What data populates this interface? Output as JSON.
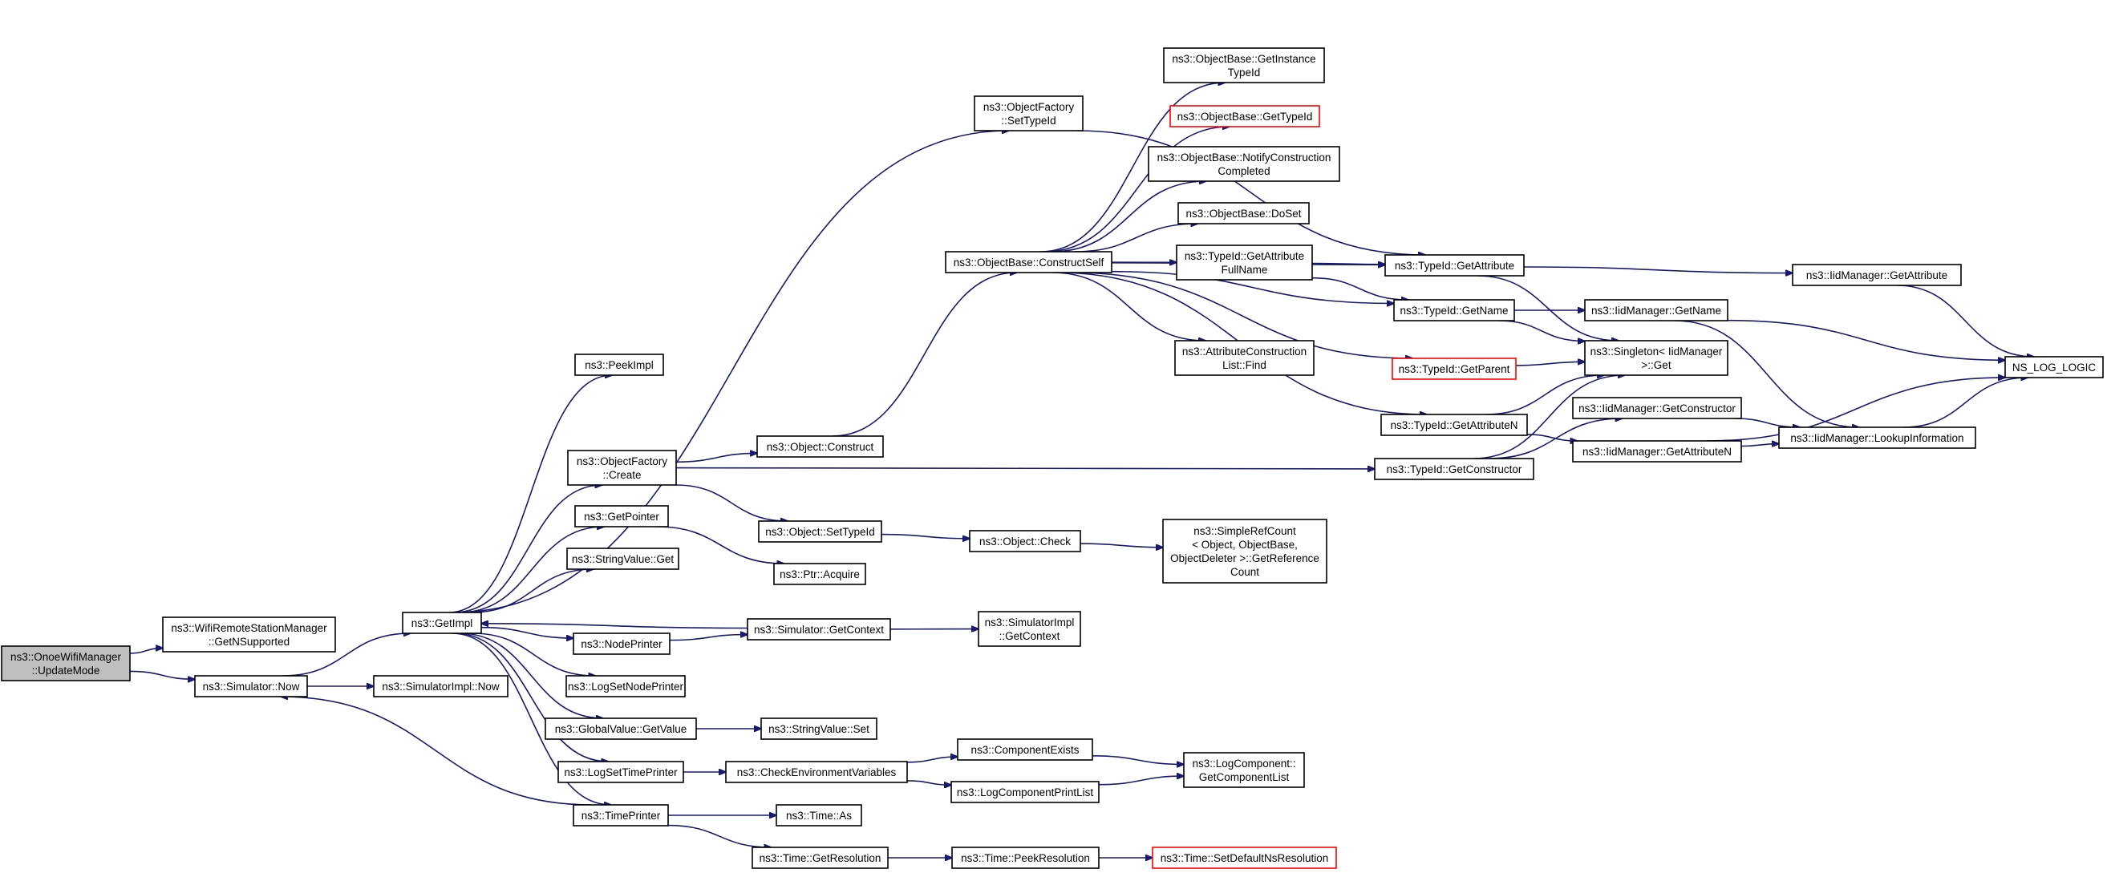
{
  "colors": {
    "edge": "#191970",
    "node_border": "#000000",
    "truncated_border": "#ff0000",
    "root_fill": "#bfbfbf"
  },
  "nodes": [
    {
      "id": "root",
      "lines": [
        "ns3::OnoeWifiManager",
        "::UpdateMode"
      ],
      "root": true
    },
    {
      "id": "getNSupported",
      "lines": [
        "ns3::WifiRemoteStationManager",
        "::GetNSupported"
      ]
    },
    {
      "id": "simNow",
      "lines": [
        "ns3::Simulator::Now"
      ]
    },
    {
      "id": "simImplNow",
      "lines": [
        "ns3::SimulatorImpl::Now"
      ]
    },
    {
      "id": "getImpl",
      "lines": [
        "ns3::GetImpl"
      ]
    },
    {
      "id": "peekImpl",
      "lines": [
        "ns3::PeekImpl"
      ]
    },
    {
      "id": "ofCreate",
      "lines": [
        "ns3::ObjectFactory",
        "::Create"
      ]
    },
    {
      "id": "getPointer",
      "lines": [
        "ns3::GetPointer"
      ]
    },
    {
      "id": "strValGet",
      "lines": [
        "ns3::StringValue::Get"
      ]
    },
    {
      "id": "nodePrinter",
      "lines": [
        "ns3::NodePrinter"
      ]
    },
    {
      "id": "logSetNodePrinter",
      "lines": [
        "ns3::LogSetNodePrinter"
      ]
    },
    {
      "id": "gvGetValue",
      "lines": [
        "ns3::GlobalValue::GetValue"
      ]
    },
    {
      "id": "logSetTimePrinter",
      "lines": [
        "ns3::LogSetTimePrinter"
      ]
    },
    {
      "id": "timePrinter",
      "lines": [
        "ns3::TimePrinter"
      ]
    },
    {
      "id": "objConstruct",
      "lines": [
        "ns3::Object::Construct"
      ]
    },
    {
      "id": "objSetTypeId",
      "lines": [
        "ns3::Object::SetTypeId"
      ]
    },
    {
      "id": "ptrAcquire",
      "lines": [
        "ns3::Ptr::Acquire"
      ]
    },
    {
      "id": "simGetContext",
      "lines": [
        "ns3::Simulator::GetContext"
      ]
    },
    {
      "id": "strValSet",
      "lines": [
        "ns3::StringValue::Set"
      ]
    },
    {
      "id": "checkEnv",
      "lines": [
        "ns3::CheckEnvironmentVariables"
      ]
    },
    {
      "id": "timeAs",
      "lines": [
        "ns3::Time::As"
      ]
    },
    {
      "id": "timeGetRes",
      "lines": [
        "ns3::Time::GetResolution"
      ]
    },
    {
      "id": "ofSetTypeId",
      "lines": [
        "ns3::ObjectFactory",
        "::SetTypeId"
      ]
    },
    {
      "id": "obConstructSelf",
      "lines": [
        "ns3::ObjectBase::ConstructSelf"
      ]
    },
    {
      "id": "objCheck",
      "lines": [
        "ns3::Object::Check"
      ]
    },
    {
      "id": "simImplGetContext",
      "lines": [
        "ns3::SimulatorImpl",
        "::GetContext"
      ]
    },
    {
      "id": "compExists",
      "lines": [
        "ns3::ComponentExists"
      ]
    },
    {
      "id": "logCompPrintList",
      "lines": [
        "ns3::LogComponentPrintList"
      ]
    },
    {
      "id": "timePeekRes",
      "lines": [
        "ns3::Time::PeekResolution"
      ]
    },
    {
      "id": "obGetInstanceTypeId",
      "lines": [
        "ns3::ObjectBase::GetInstance",
        "TypeId"
      ]
    },
    {
      "id": "obGetTypeId",
      "lines": [
        "ns3::ObjectBase::GetTypeId"
      ],
      "red": true
    },
    {
      "id": "obNotify",
      "lines": [
        "ns3::ObjectBase::NotifyConstruction",
        "Completed"
      ]
    },
    {
      "id": "obDoSet",
      "lines": [
        "ns3::ObjectBase::DoSet"
      ]
    },
    {
      "id": "tidGetAttrFullName",
      "lines": [
        "ns3::TypeId::GetAttribute",
        "FullName"
      ]
    },
    {
      "id": "acListFind",
      "lines": [
        "ns3::AttributeConstruction",
        "List::Find"
      ]
    },
    {
      "id": "simpleRefCount",
      "lines": [
        "ns3::SimpleRefCount",
        "< Object, ObjectBase,",
        "ObjectDeleter >::GetReference",
        "Count"
      ]
    },
    {
      "id": "logCompGetList",
      "lines": [
        "ns3::LogComponent::",
        "GetComponentList"
      ]
    },
    {
      "id": "timeSetDefault",
      "lines": [
        "ns3::Time::SetDefaultNsResolution"
      ],
      "red": true
    },
    {
      "id": "tidGetAttribute",
      "lines": [
        "ns3::TypeId::GetAttribute"
      ]
    },
    {
      "id": "tidGetName",
      "lines": [
        "ns3::TypeId::GetName"
      ]
    },
    {
      "id": "tidGetParent",
      "lines": [
        "ns3::TypeId::GetParent"
      ],
      "red": true
    },
    {
      "id": "tidGetAttributeN",
      "lines": [
        "ns3::TypeId::GetAttributeN"
      ]
    },
    {
      "id": "tidGetConstructor",
      "lines": [
        "ns3::TypeId::GetConstructor"
      ]
    },
    {
      "id": "singletonGet",
      "lines": [
        "ns3::Singleton< IidManager",
        ">::Get"
      ]
    },
    {
      "id": "iidGetName",
      "lines": [
        "ns3::IidManager::GetName"
      ]
    },
    {
      "id": "iidGetConstructor",
      "lines": [
        "ns3::IidManager::GetConstructor"
      ]
    },
    {
      "id": "iidGetAttributeN",
      "lines": [
        "ns3::IidManager::GetAttributeN"
      ]
    },
    {
      "id": "iidGetAttribute",
      "lines": [
        "ns3::IidManager::GetAttribute"
      ]
    },
    {
      "id": "iidLookupInfo",
      "lines": [
        "ns3::IidManager::LookupInformation"
      ]
    },
    {
      "id": "nsLogLogic",
      "lines": [
        "NS_LOG_LOGIC"
      ]
    }
  ],
  "edges": [
    [
      "root",
      "getNSupported"
    ],
    [
      "root",
      "simNow"
    ],
    [
      "simNow",
      "simImplNow"
    ],
    [
      "simNow",
      "getImpl"
    ],
    [
      "getImpl",
      "peekImpl"
    ],
    [
      "getImpl",
      "ofCreate"
    ],
    [
      "getImpl",
      "getPointer"
    ],
    [
      "getImpl",
      "strValGet"
    ],
    [
      "getImpl",
      "nodePrinter"
    ],
    [
      "getImpl",
      "logSetNodePrinter"
    ],
    [
      "getImpl",
      "gvGetValue"
    ],
    [
      "getImpl",
      "logSetTimePrinter"
    ],
    [
      "getImpl",
      "timePrinter"
    ],
    [
      "getImpl",
      "ofSetTypeId"
    ],
    [
      "ofCreate",
      "objConstruct"
    ],
    [
      "ofCreate",
      "objSetTypeId"
    ],
    [
      "ofCreate",
      "tidGetConstructor"
    ],
    [
      "getPointer",
      "ptrAcquire"
    ],
    [
      "nodePrinter",
      "simGetContext"
    ],
    [
      "simGetContext",
      "getImpl"
    ],
    [
      "simGetContext",
      "simImplGetContext"
    ],
    [
      "gvGetValue",
      "strValSet"
    ],
    [
      "logSetTimePrinter",
      "checkEnv"
    ],
    [
      "timePrinter",
      "simNow"
    ],
    [
      "timePrinter",
      "timeAs"
    ],
    [
      "timePrinter",
      "timeGetRes"
    ],
    [
      "objConstruct",
      "obConstructSelf"
    ],
    [
      "objSetTypeId",
      "objCheck"
    ],
    [
      "objCheck",
      "simpleRefCount"
    ],
    [
      "checkEnv",
      "compExists"
    ],
    [
      "checkEnv",
      "logCompPrintList"
    ],
    [
      "compExists",
      "logCompGetList"
    ],
    [
      "logCompPrintList",
      "logCompGetList"
    ],
    [
      "timeGetRes",
      "timePeekRes"
    ],
    [
      "timePeekRes",
      "timeSetDefault"
    ],
    [
      "ofSetTypeId",
      "tidGetAttribute"
    ],
    [
      "obConstructSelf",
      "obGetInstanceTypeId"
    ],
    [
      "obConstructSelf",
      "obGetTypeId"
    ],
    [
      "obConstructSelf",
      "obNotify"
    ],
    [
      "obConstructSelf",
      "obDoSet"
    ],
    [
      "obConstructSelf",
      "tidGetAttrFullName"
    ],
    [
      "obConstructSelf",
      "acListFind"
    ],
    [
      "obConstructSelf",
      "tidGetName"
    ],
    [
      "obConstructSelf",
      "tidGetParent"
    ],
    [
      "obConstructSelf",
      "tidGetAttributeN"
    ],
    [
      "obConstructSelf",
      "tidGetAttribute"
    ],
    [
      "tidGetAttrFullName",
      "tidGetAttribute"
    ],
    [
      "tidGetAttrFullName",
      "tidGetName"
    ],
    [
      "tidGetAttribute",
      "iidGetAttribute"
    ],
    [
      "tidGetAttribute",
      "singletonGet"
    ],
    [
      "tidGetName",
      "iidGetName"
    ],
    [
      "tidGetName",
      "singletonGet"
    ],
    [
      "tidGetParent",
      "singletonGet"
    ],
    [
      "tidGetAttributeN",
      "singletonGet"
    ],
    [
      "tidGetAttributeN",
      "iidGetAttributeN"
    ],
    [
      "tidGetConstructor",
      "singletonGet"
    ],
    [
      "tidGetConstructor",
      "iidGetConstructor"
    ],
    [
      "iidGetName",
      "nsLogLogic"
    ],
    [
      "iidGetName",
      "iidLookupInfo"
    ],
    [
      "iidGetConstructor",
      "iidLookupInfo"
    ],
    [
      "iidGetAttributeN",
      "iidLookupInfo"
    ],
    [
      "iidGetAttributeN",
      "nsLogLogic"
    ],
    [
      "iidGetAttribute",
      "nsLogLogic"
    ],
    [
      "iidLookupInfo",
      "nsLogLogic"
    ]
  ]
}
